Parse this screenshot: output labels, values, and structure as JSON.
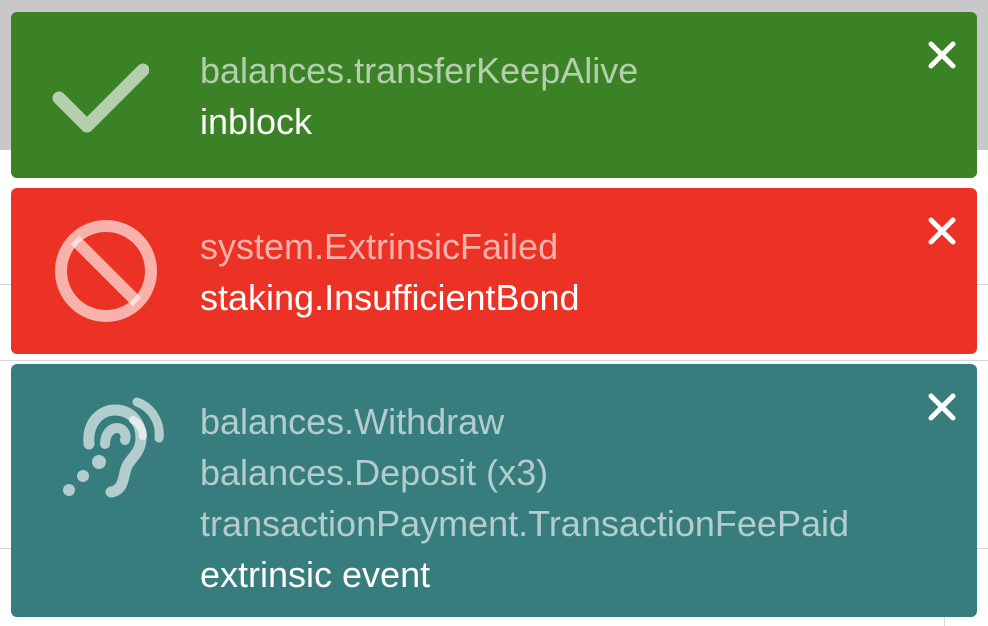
{
  "notifications": [
    {
      "kind": "success",
      "icon": "check-icon",
      "color": "#3b8226",
      "lines": [
        "balances.transferKeepAlive"
      ],
      "status": "inblock"
    },
    {
      "kind": "error",
      "icon": "ban-icon",
      "color": "#ec3224",
      "lines": [
        "system.ExtrinsicFailed"
      ],
      "status": "staking.InsufficientBond"
    },
    {
      "kind": "event",
      "icon": "assistive-listening-icon",
      "color": "#377d7e",
      "lines": [
        "balances.Withdraw",
        "balances.Deposit (x3)",
        "transactionPayment.TransactionFeePaid"
      ],
      "status": "extrinsic event"
    }
  ],
  "close_icon": "close-icon"
}
